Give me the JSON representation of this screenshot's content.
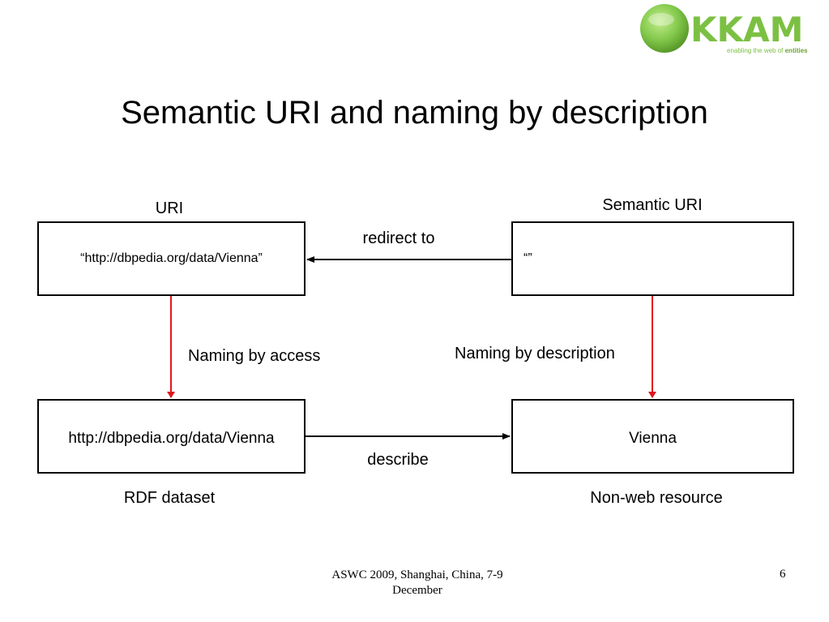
{
  "logo": {
    "text": "KKAM",
    "tagline_prefix": "enabling the web of ",
    "tagline_emphasis": "entities",
    "colors": {
      "green": "#7cc043",
      "dark_green": "#5a9a2a"
    }
  },
  "slide": {
    "title": "Semantic URI and naming by description"
  },
  "diagram": {
    "left_top_heading": "URI",
    "right_top_heading": "Semantic URI",
    "box_uri": "“http://dbpedia.org/data/Vienna”",
    "box_semantic_uri": "“”",
    "box_dataset": "http://dbpedia.org/data/Vienna",
    "box_resource": "Vienna",
    "edge_redirect": "redirect to",
    "edge_access": "Naming by access",
    "edge_description": "Naming by description",
    "edge_describe": "describe",
    "left_bottom_caption": "RDF dataset",
    "right_bottom_caption": "Non-web resource",
    "colors": {
      "naming_arrow": "#e0161e",
      "edge_arrow": "#000000"
    }
  },
  "footer": {
    "line1": "ASWC 2009, Shanghai, China, 7-9",
    "line2": "December",
    "page": "6"
  }
}
